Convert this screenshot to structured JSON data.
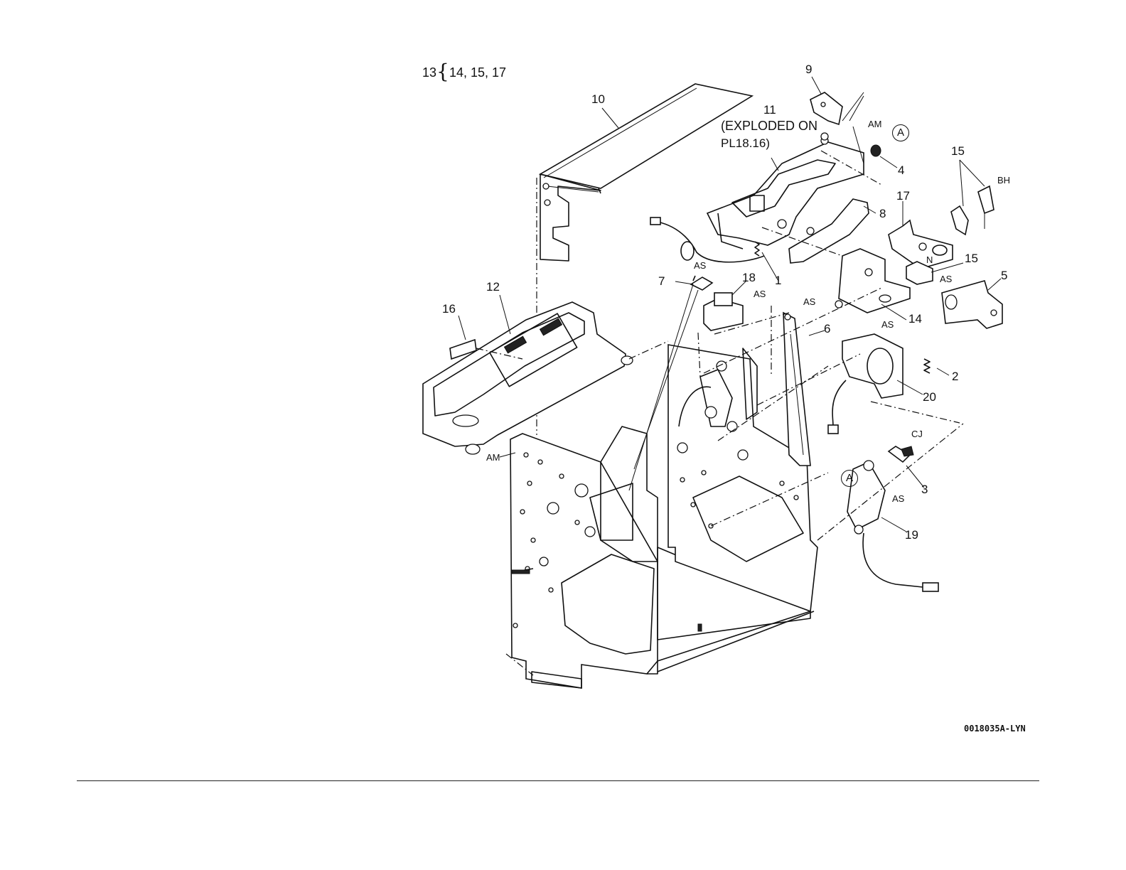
{
  "title_note": {
    "number": "13",
    "brace": "{",
    "items": "14, 15, 17"
  },
  "callouts": {
    "n1": "1",
    "n2": "2",
    "n3": "3",
    "n4": "4",
    "n5": "5",
    "n6": "6",
    "n7": "7",
    "n8": "8",
    "n9": "9",
    "n10": "10",
    "n11": "11",
    "n11_note_line1": "(EXPLODED ON",
    "n11_note_line2": "PL18.16)",
    "n12": "12",
    "n14": "14",
    "n15a": "15",
    "n15b": "15",
    "n16": "16",
    "n17": "17",
    "n18": "18",
    "n19": "19",
    "n20": "20"
  },
  "fastener_codes": {
    "am_top": "AM",
    "am_left": "AM",
    "bh": "BH",
    "n": "N",
    "cj": "CJ",
    "as_7": "AS",
    "as_18": "AS",
    "as_6": "AS",
    "as_20": "AS",
    "as_15": "AS",
    "as_19": "AS"
  },
  "connector_marks": {
    "a_top": "A",
    "a_bottom": "A"
  },
  "figure_code": "0018035A-LYN"
}
